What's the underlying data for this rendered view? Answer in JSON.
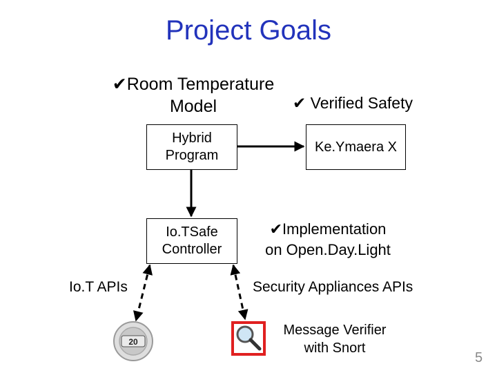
{
  "title": "Project Goals",
  "goals": {
    "check_glyph": "✔",
    "room_model_line1": "Room Temperature",
    "room_model_line2": "Model",
    "verified_safety": "Verified Safety"
  },
  "boxes": {
    "hybrid_line1": "Hybrid",
    "hybrid_line2": "Program",
    "keymaera": "Ke.Ymaera X",
    "controller_line1": "Io.TSafe",
    "controller_line2": "Controller"
  },
  "implementation": {
    "line1": "Implementation",
    "line2": "on Open.Day.Light"
  },
  "labels": {
    "iot_apis": "Io.T APIs",
    "security_apis": "Security Appliances APIs",
    "message_verifier_line1": "Message Verifier",
    "message_verifier_line2": "with Snort"
  },
  "thermostat_display": "20",
  "page_number": "5",
  "icons": [
    "thermostat-icon",
    "magnifier-icon"
  ],
  "colors": {
    "title": "#2233bb",
    "magnifier_frame": "#e02020"
  }
}
